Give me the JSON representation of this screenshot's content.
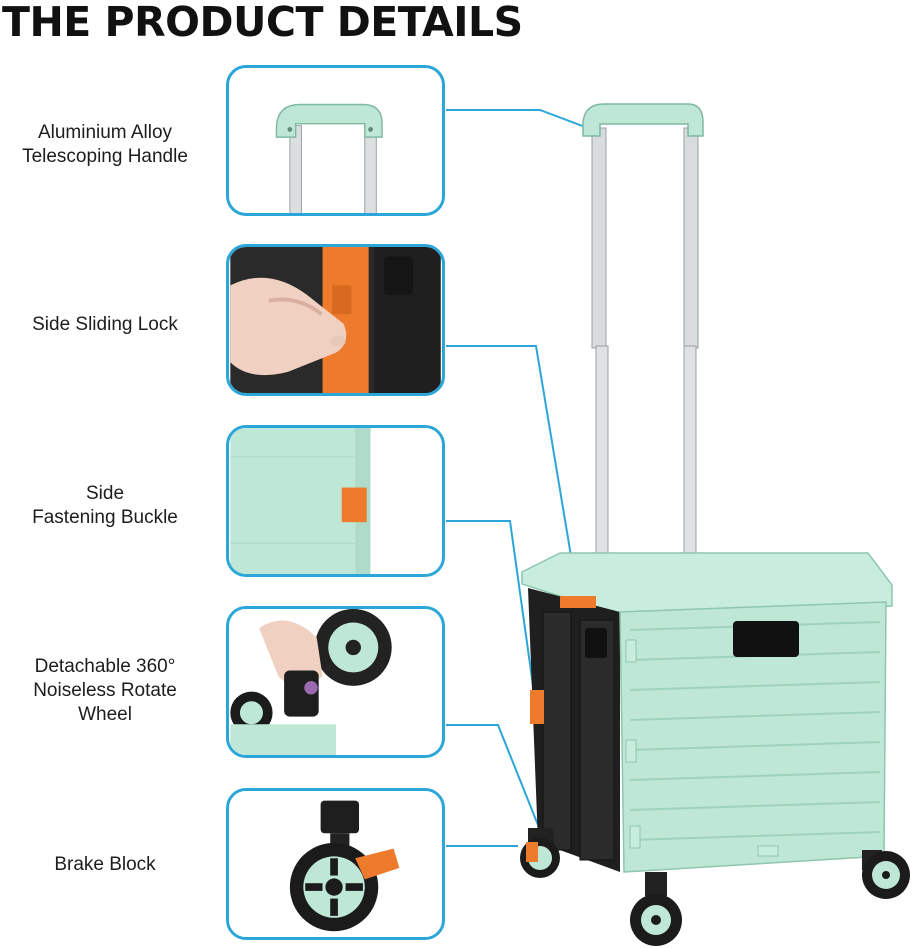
{
  "title": "THE PRODUCT DETAILS",
  "features": [
    {
      "label": "Aluminium Alloy\nTelescoping Handle",
      "icon": "handle-closeup"
    },
    {
      "label": "Side Sliding Lock",
      "icon": "sliding-lock-closeup"
    },
    {
      "label": "Side\nFastening Buckle",
      "icon": "buckle-closeup"
    },
    {
      "label": "Detachable 360°\nNoiseless Rotate\nWheel",
      "icon": "wheel-detach-closeup"
    },
    {
      "label": "Brake Block",
      "icon": "brake-closeup"
    }
  ],
  "colors": {
    "accent_line": "#2aa6d8",
    "cart_body": "#bfe7d6",
    "cart_dark": "#1f1f1f",
    "lock_orange": "#ee7a2c"
  }
}
